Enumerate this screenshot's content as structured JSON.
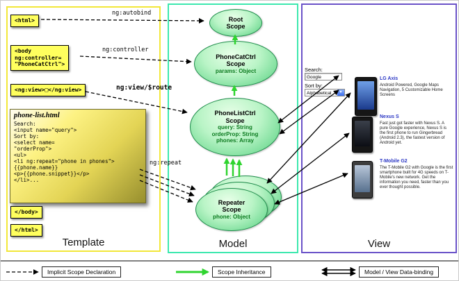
{
  "colors": {
    "template_border": "#f2e738",
    "model_border": "#3ce8ae",
    "view_border": "#6a52c8",
    "scope_fill_green": "#b9f4c6",
    "inheritance_arrow_green": "#2fd42f",
    "tag_yellow": "#ffff5e",
    "link_blue": "#2a36c4"
  },
  "template": {
    "label": "Template",
    "tag_html_open": "<html>",
    "tag_body_open": "<body\nng:controller=\n\"PhoneCatCtrl\">",
    "tag_ng_view": "<ng:view>□</ng:view>",
    "tag_body_close": "</body>",
    "tag_html_close": "</html>",
    "note_title": "phone-list.html",
    "note_code": "Search:\n<input name=\"query\">\nSort by:\n<select name=\n\"orderProp\">\n<ul>\n<li ng:repeat=\"phone in phones\">\n{{phone.name}}\n<p>{{phone.snippet}}</p>\n</li>..."
  },
  "model": {
    "label": "Model",
    "scopes": {
      "root": {
        "title": "Root\nScope"
      },
      "phonecat": {
        "title": "PhoneCatCtrl\nScope",
        "prop": "params: Object"
      },
      "phonelist": {
        "title": "PhoneListCtrl\nScope",
        "props": [
          "query: String",
          "orderProp: String",
          "phones: Array"
        ]
      },
      "repeater": {
        "title": "Repeater\nScope",
        "prop": "phone: Object"
      }
    }
  },
  "arrows": {
    "ng_autobind": "ng:autobind",
    "ng_controller": "ng:controller",
    "ng_view_route": "ng:view/$route",
    "ng_repeat": "ng:repeat"
  },
  "view": {
    "label": "View",
    "search_label": "Search:",
    "search_value": "Google",
    "sort_label": "Sort by:",
    "sort_value": "Alphabetical",
    "select_arrow_icon": "▼",
    "phones": [
      {
        "name": "LG Axis",
        "desc": "Android Powered, Google Maps Navigation, 5 Customizable Home Screens"
      },
      {
        "name": "Nexus S",
        "desc": "Fast just got faster with Nexus S. A pure Google experience, Nexus S is the first phone to run Gingerbread (Android 2.3), the fastest version of Android yet."
      },
      {
        "name": "T-Mobile G2",
        "desc": "The T-Mobile G2 with Google is the first smartphone built for 4G speeds on T-Mobile's new network. Get the information you need, faster than you ever thought possible."
      }
    ]
  },
  "legend": {
    "items": [
      {
        "label": "Implicit Scope Declaration"
      },
      {
        "label": "Scope Inheritance"
      },
      {
        "label": "Model / View Data-binding"
      }
    ]
  }
}
